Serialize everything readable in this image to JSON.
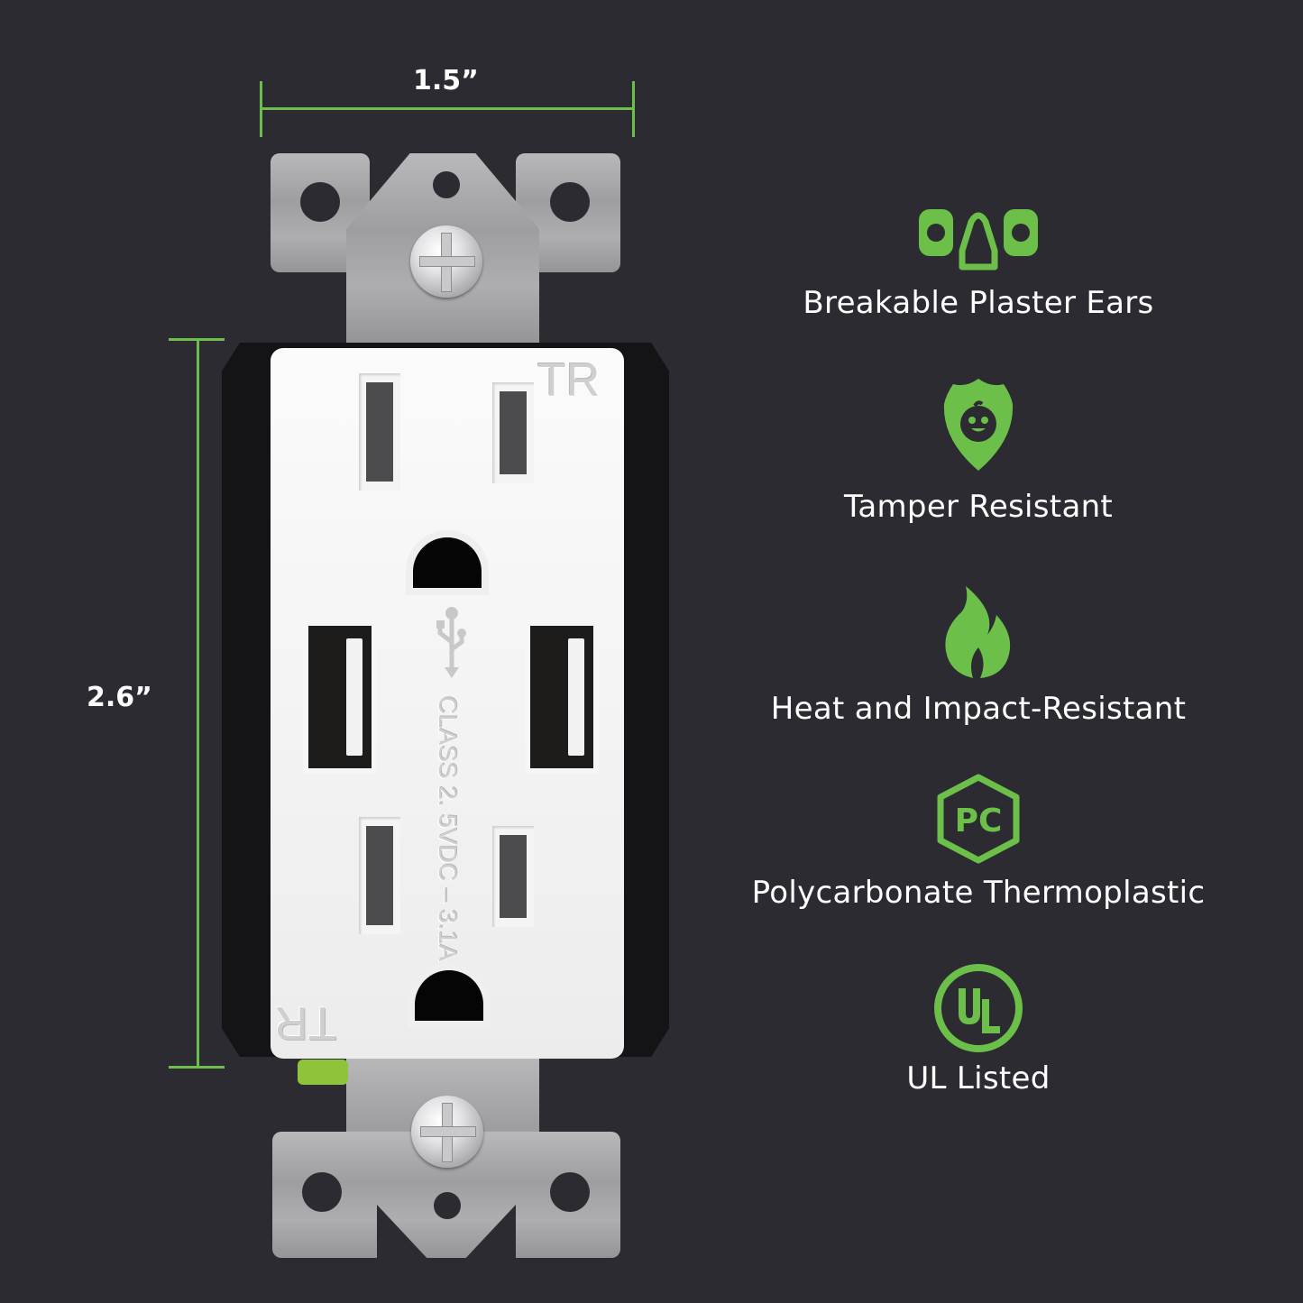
{
  "dimensions": {
    "width_label": "1.5”",
    "height_label": "2.6”",
    "line_color": "#6cbf4a"
  },
  "outlet": {
    "face_marking_top": "TR",
    "face_marking_bottom": "TR",
    "usb_symbol": "usb-icon",
    "usb_rating_text": "CLASS 2.  5VDC – 3.1A",
    "usb_ports": 2,
    "receptacles": 2
  },
  "features": {
    "accent_color": "#6cc04a",
    "items": [
      {
        "icon": "plaster-ears-icon",
        "label": "Breakable Plaster Ears"
      },
      {
        "icon": "shield-baby-icon",
        "label": "Tamper Resistant"
      },
      {
        "icon": "flame-icon",
        "label": "Heat and Impact-Resistant"
      },
      {
        "icon": "pc-hexagon-icon",
        "label": "Polycarbonate Thermoplastic",
        "icon_text": "PC"
      },
      {
        "icon": "ul-circle-icon",
        "label": "UL Listed",
        "icon_text": "UL"
      }
    ]
  }
}
